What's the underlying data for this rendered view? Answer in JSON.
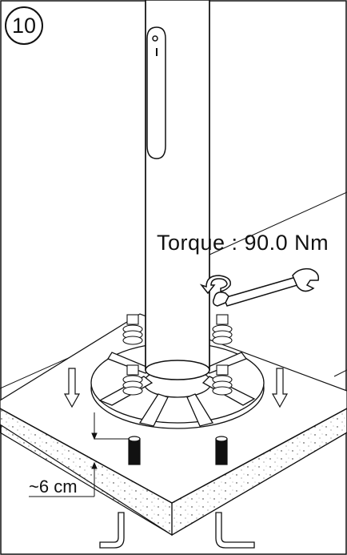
{
  "step_number": "10",
  "torque_label": "Torque : 90.0 Nm",
  "distance_label": "~6 cm",
  "colors": {
    "line": "#111111",
    "background": "#ffffff",
    "concrete": "#f7f7f7"
  }
}
